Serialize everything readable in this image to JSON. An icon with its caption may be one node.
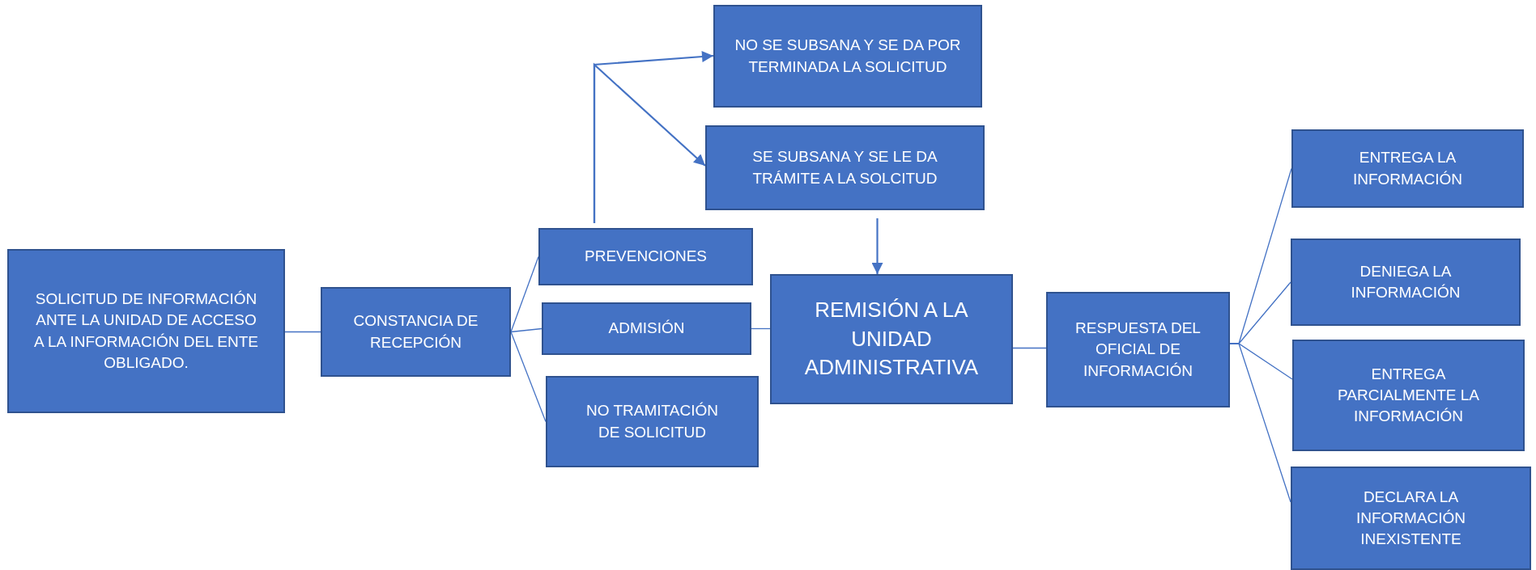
{
  "diagram": {
    "nodes": [
      {
        "text": [
          "SOLICITUD DE INFORMACIÓN ANTE LA UNIDAD DE ACCESO A LA INFORMACIÓN DEL ENTE OBLIGADO."
        ]
      },
      {
        "text": [
          "CONSTANCIA DE RECEPCIÓN"
        ]
      },
      {
        "text": [
          "PREVENCIONES"
        ]
      },
      {
        "text": [
          "ADMISIÓN"
        ]
      },
      {
        "text": [
          "NO TRAMITACIÓN DE SOLICITUD"
        ]
      },
      {
        "text": [
          "NO SE SUBSANA Y SE DA POR TERMINADA LA SOLICITUD"
        ]
      },
      {
        "text": [
          "SE SUBSANA Y SE LE DA TRÁMITE A LA SOLCITUD"
        ]
      },
      {
        "text": [
          "REMISIÓN A LA UNIDAD ADMINISTRATIVA"
        ]
      },
      {
        "text": [
          "RESPUESTA DEL OFICIAL DE INFORMACIÓN"
        ]
      },
      {
        "text": [
          "ENTREGA LA INFORMACIÓN"
        ]
      },
      {
        "text": [
          "DENIEGA LA INFORMACIÓN"
        ]
      },
      {
        "text": [
          "ENTREGA PARCIALMENTE LA INFORMACIÓN"
        ]
      },
      {
        "text": [
          "DECLARA LA INFORMACIÓN INEXISTENTE"
        ]
      }
    ],
    "edges": [
      {
        "from": 0,
        "to": 1,
        "arrow": "none"
      },
      {
        "from": 1,
        "to": 2,
        "arrow": "none"
      },
      {
        "from": 1,
        "to": 3,
        "arrow": "none"
      },
      {
        "from": 1,
        "to": 4,
        "arrow": "none"
      },
      {
        "from": 2,
        "to": 5,
        "arrow": "to"
      },
      {
        "from": 2,
        "to": 6,
        "arrow": "to"
      },
      {
        "from": 6,
        "to": 7,
        "arrow": "to"
      },
      {
        "from": 3,
        "to": 7,
        "arrow": "none"
      },
      {
        "from": 7,
        "to": 8,
        "arrow": "none"
      },
      {
        "from": 8,
        "to": 9,
        "arrow": "none"
      },
      {
        "from": 8,
        "to": 10,
        "arrow": "none"
      },
      {
        "from": 8,
        "to": 11,
        "arrow": "none"
      },
      {
        "from": 8,
        "to": 12,
        "arrow": "none"
      }
    ]
  }
}
